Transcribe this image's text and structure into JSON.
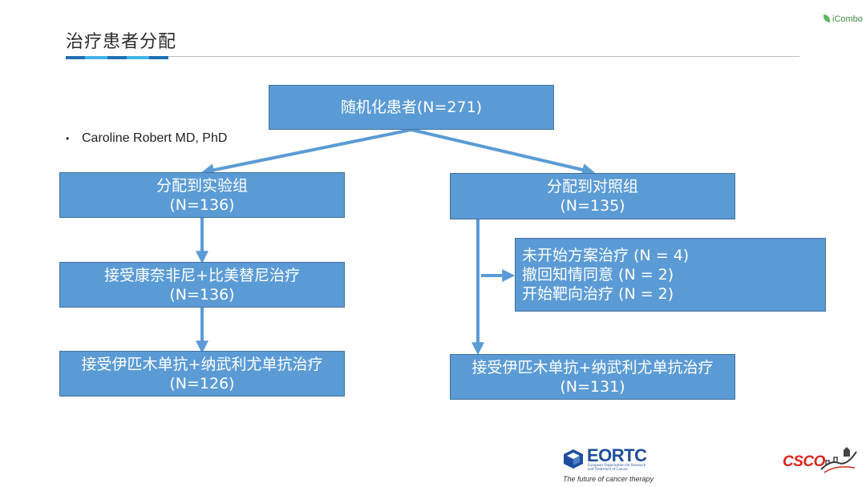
{
  "slide": {
    "title": "治疗患者分配",
    "bullet": "Caroline Robert MD, PhD"
  },
  "flow": {
    "root": {
      "line1": "随机化患者(N=271)"
    },
    "left": {
      "box1": {
        "line1": "分配到实验组",
        "line2": "(N=136)"
      },
      "box2": {
        "line1": "接受康奈非尼+比美替尼治疗",
        "line2": "(N=136)"
      },
      "box3": {
        "line1": "接受伊匹木单抗+纳武利尤单抗治疗",
        "line2": "(N=126)"
      }
    },
    "right": {
      "box1": {
        "line1": "分配到对照组",
        "line2": "(N=135)"
      },
      "exclusion": {
        "line1": "未开始方案治疗 (N = 4)",
        "line2": "撤回知情同意 (N = 2)",
        "line3": "开始靶向治疗 (N = 2)"
      },
      "box2": {
        "line1": "接受伊匹木单抗+纳武利尤单抗治疗",
        "line2": "(N=131)"
      }
    }
  },
  "logos": {
    "icombo": "iCombo",
    "eortc_name": "EORTC",
    "eortc_small": "European Organisation for Research and Treatment of Cancer",
    "eortc_tagline": "The future of cancer therapy",
    "csco": "CSCO"
  },
  "colors": {
    "box_fill": "#5b9bd5",
    "box_border": "#41719c",
    "arrow": "#5b9bd5",
    "title_accent_dark": "#1f6fb2",
    "title_accent_light": "#41b4e6"
  }
}
